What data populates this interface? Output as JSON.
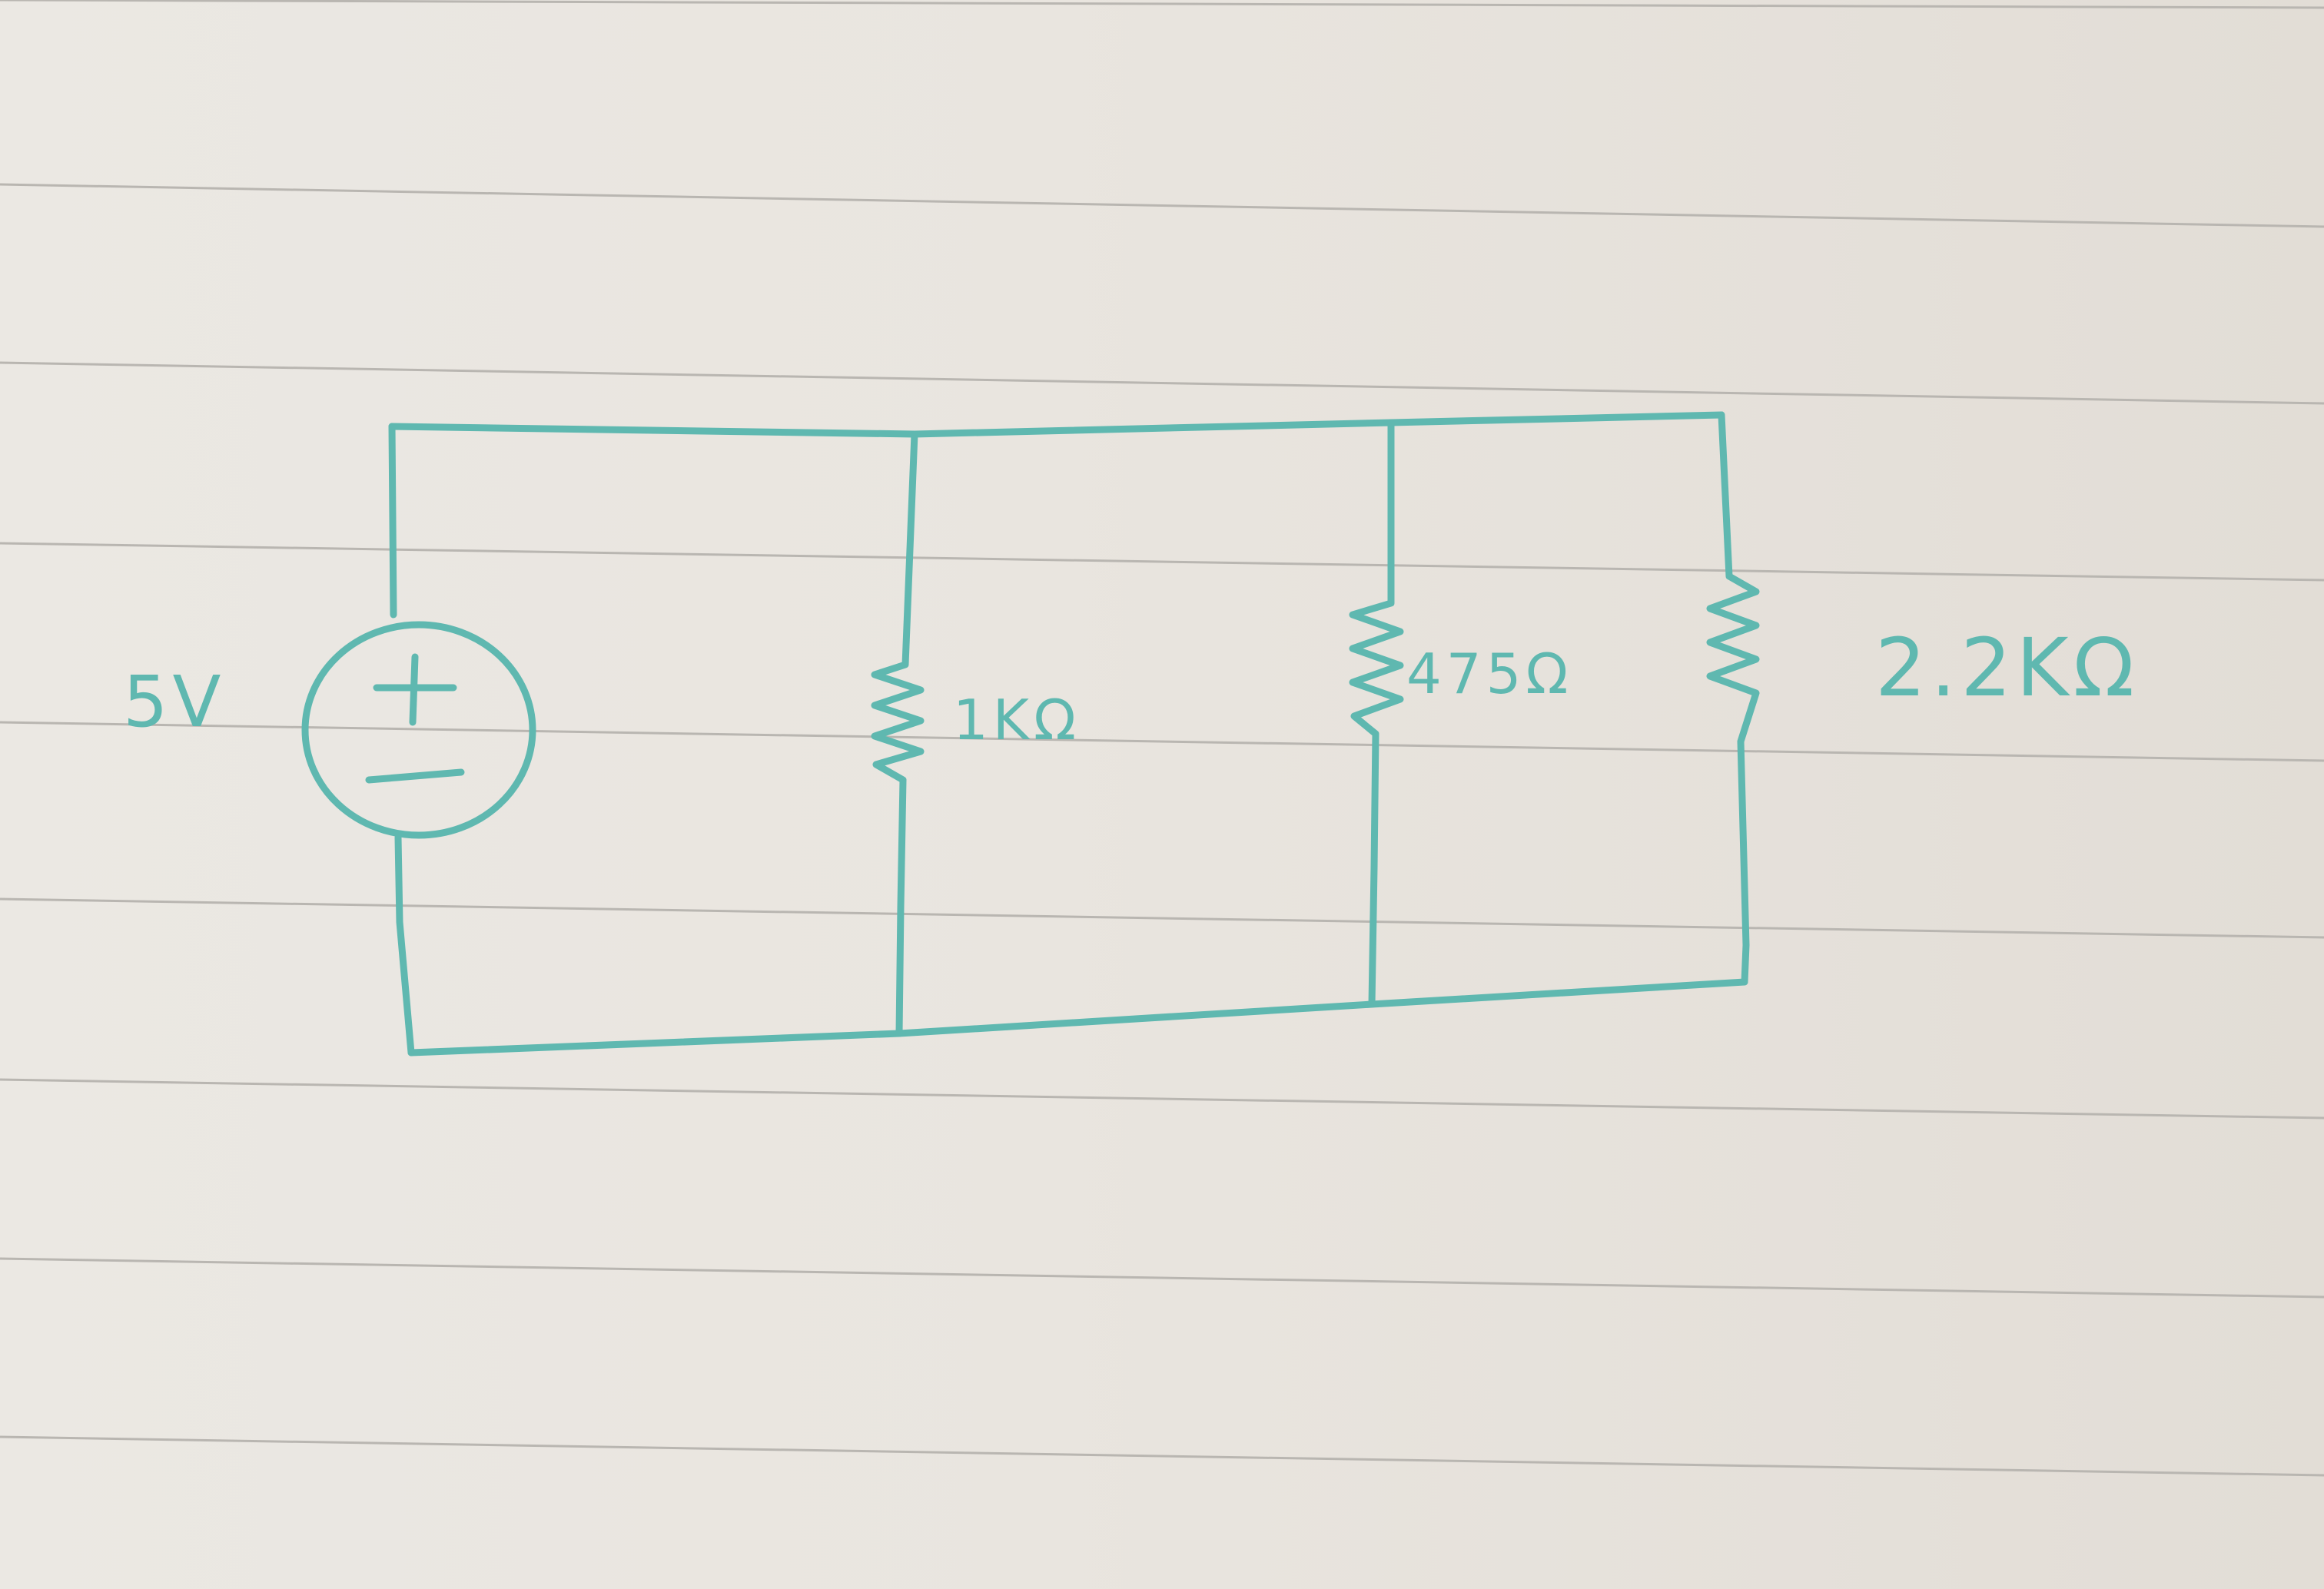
{
  "diagram": {
    "source": {
      "label": "5V",
      "plus_symbol": "+",
      "minus_symbol": "–"
    },
    "resistors": [
      {
        "label": "1KΩ"
      },
      {
        "label": "475Ω"
      },
      {
        "label": "2.2KΩ"
      }
    ]
  },
  "colors": {
    "ink": "#5fb8b0",
    "paper": "#e9e5df",
    "rule_lines": "#b9b6b1"
  }
}
